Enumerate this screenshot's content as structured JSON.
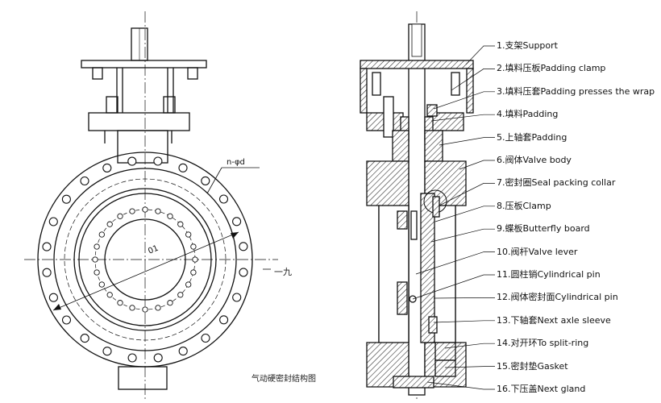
{
  "labels": {
    "flange_hole_callout": "n-φd",
    "diameter_callout": "01",
    "side_mark": "一九",
    "caption": "气动硬密封结构图"
  },
  "parts": [
    {
      "num": "1.",
      "name": "支架Support"
    },
    {
      "num": "2.",
      "name": "填料压板Padding clamp"
    },
    {
      "num": "3.",
      "name": "填料压套Padding presses the wrap"
    },
    {
      "num": "4.",
      "name": "填料Padding"
    },
    {
      "num": "5.",
      "name": "上轴套Padding"
    },
    {
      "num": "6.",
      "name": "阀体Valve body"
    },
    {
      "num": "7.",
      "name": "密封圈Seal packing collar"
    },
    {
      "num": "8.",
      "name": "压板Clamp"
    },
    {
      "num": "9.",
      "name": "蝶板Butterfly board"
    },
    {
      "num": "10.",
      "name": "阀杆Valve lever"
    },
    {
      "num": "11.",
      "name": "圆柱销Cylindrical pin"
    },
    {
      "num": "12.",
      "name": "阀体密封面Cylindrical pin"
    },
    {
      "num": "13.",
      "name": "下轴套Next axle sleeve"
    },
    {
      "num": "14.",
      "name": "对开环To split-ring"
    },
    {
      "num": "15.",
      "name": "密封垫Gasket"
    },
    {
      "num": "16.",
      "name": "下压盖Next gland"
    }
  ]
}
